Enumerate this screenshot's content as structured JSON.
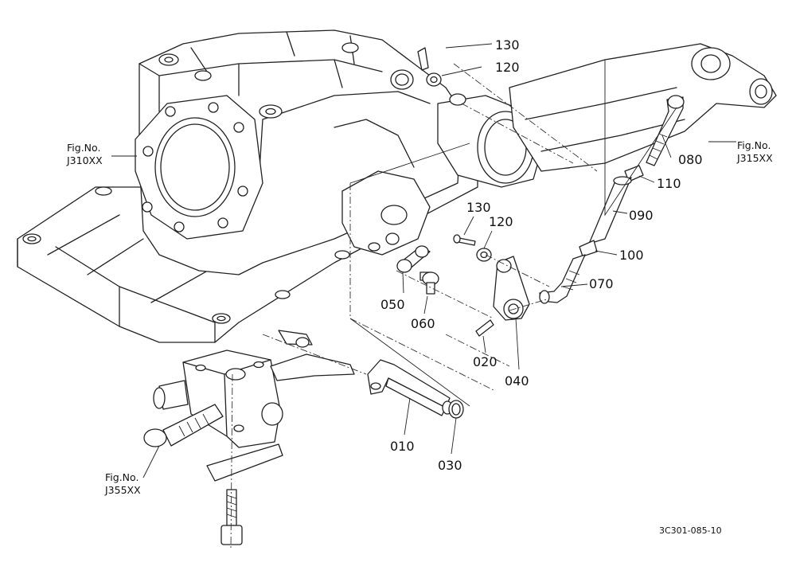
{
  "callouts": {
    "c130_top": "130",
    "c120_top": "120",
    "c080": "080",
    "c110": "110",
    "c090": "090",
    "c100": "100",
    "c070": "070",
    "c130_mid": "130",
    "c120_mid": "120",
    "c050": "050",
    "c060": "060",
    "c020": "020",
    "c040": "040",
    "c010": "010",
    "c030": "030"
  },
  "fig_refs": {
    "left": {
      "line1": "Fig.No.",
      "line2": "J310XX"
    },
    "right": {
      "line1": "Fig.No.",
      "line2": "J315XX"
    },
    "bottom": {
      "line1": "Fig.No.",
      "line2": "J355XX"
    }
  },
  "drawing_code": "3C301-085-10"
}
